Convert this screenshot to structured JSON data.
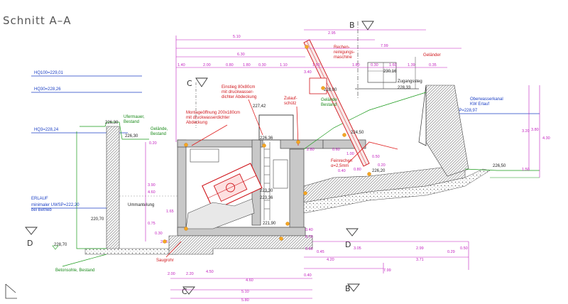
{
  "title": "Schnitt A–A",
  "water_levels": [
    {
      "label": "HQ100=229,01"
    },
    {
      "label": "HQ30=228,26"
    },
    {
      "label": "HQ3=228,24"
    },
    {
      "label": "OWSP=228,97"
    }
  ],
  "labels": {
    "erlauf": "ERLAUF",
    "min_uwsp": "minimaler UWSP=222,20",
    "bei_betrieb": "bei Betrieb",
    "ufermauer": "Ufermauer,",
    "ufermauer2": "Bestand",
    "gelaende": "Gelände,",
    "gelaende2": "Bestand",
    "gelaende_r": "Gelände",
    "gelaende_r2": "Bestand",
    "rechen": "Rechen-",
    "rechen2": "reinigungs-",
    "rechen3": "maschine",
    "gelaender": "Geländer",
    "zugangssteg": "Zugangssteg",
    "einstieg1": "Einstieg 80x80cm",
    "einstieg2": "mit druckwasser-",
    "einstieg3": "dichter Abdeckung",
    "montage1": "Montageöffnung 200x180cm",
    "montage2": "mit druckwasserdichter",
    "montage3": "Abdeckung",
    "zulauf": "Zulauf-",
    "zulauf2": "schütz",
    "feinrechen1": "Feinrechen",
    "feinrechen2": "α=2,5mm",
    "oberwasser1": "Oberwasserkanal",
    "oberwasser2": "KW Erlauf",
    "ummantelung": "Ummantelung",
    "saugrohr": "Saugrohr",
    "betonsohle": "Betonsohle, Bestand"
  },
  "sections": {
    "b": "B",
    "c": "C",
    "d": "D"
  },
  "dims_top": [
    "5.10",
    "7.99",
    "2.95",
    "6.30",
    "1.40",
    "2.00",
    "0.80",
    "1.80",
    "0.30",
    "1.10",
    "1.50",
    "1.80",
    "0.30",
    "1.60",
    "1.39",
    "0.35"
  ],
  "dims_misc": [
    "3.40",
    "4.30",
    "3.20",
    "3.80",
    "1.50",
    "2.80",
    "3.90",
    "4.60",
    "1.65",
    "0.75",
    "0.30",
    "2.05",
    "0.40",
    "0.70",
    "0.60",
    "0.45",
    "3.05",
    "2.99",
    "0.29",
    "0.50",
    "4.20",
    "3.71",
    "7.99",
    "0.40",
    "4.60",
    "2.20",
    "2.00",
    "5.10",
    "5.80",
    "0.20",
    "0.60",
    "1.00",
    "0.80",
    "0.40",
    "0.50",
    "0.20",
    "4.50"
  ],
  "elevations": [
    "228,70",
    "226,30",
    "227,42",
    "226,30",
    "226,36",
    "223,30",
    "223,36",
    "221,90",
    "220,70",
    "224,50",
    "226,20",
    "228,33",
    "226,50",
    "228,00",
    "230,16"
  ],
  "colors": {
    "dim": "#c21fbf",
    "water": "#1b3fc4",
    "terrain": "#1a9a1a",
    "annot": "#d0151b",
    "wall": "#c8c8c8"
  }
}
